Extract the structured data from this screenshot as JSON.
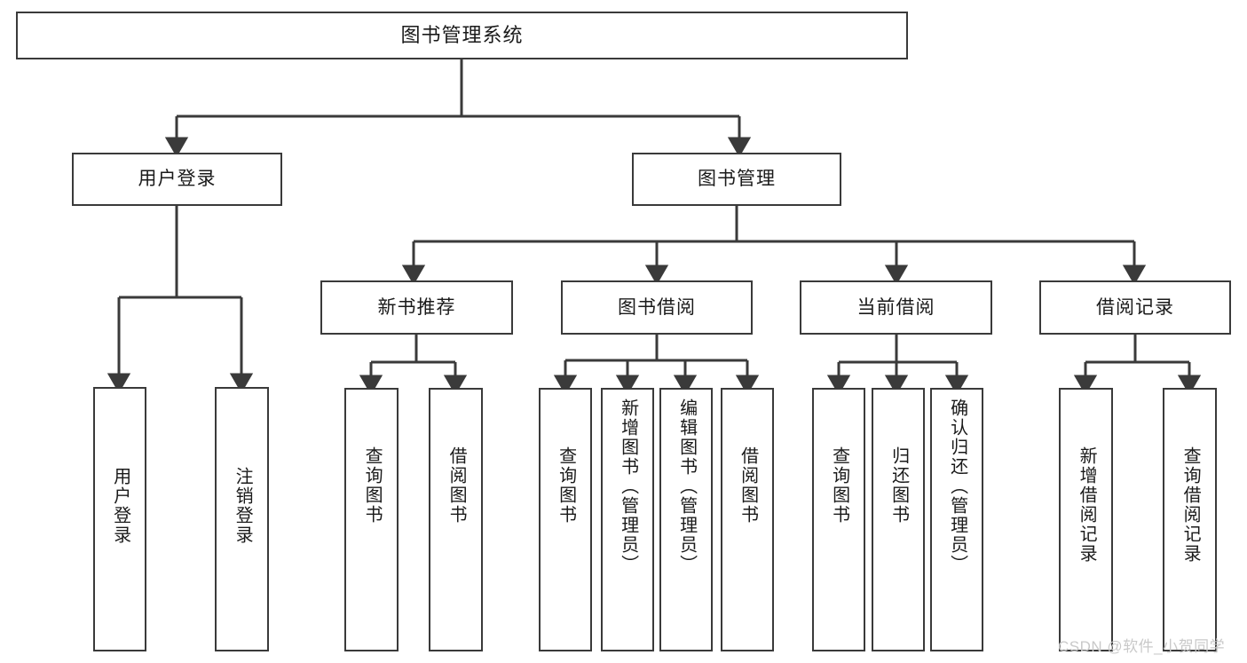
{
  "diagram": {
    "type": "tree-hierarchy",
    "title": "图书管理系统",
    "root": {
      "label": "图书管理系统"
    },
    "level2": [
      {
        "id": "user-login",
        "label": "用户登录"
      },
      {
        "id": "book-management",
        "label": "图书管理"
      }
    ],
    "level3": [
      {
        "id": "new-book-recommend",
        "label": "新书推荐",
        "parent": "book-management"
      },
      {
        "id": "book-borrow",
        "label": "图书借阅",
        "parent": "book-management"
      },
      {
        "id": "current-borrow",
        "label": "当前借阅",
        "parent": "book-management"
      },
      {
        "id": "borrow-record",
        "label": "借阅记录",
        "parent": "book-management"
      }
    ],
    "leaves": {
      "user-login": [
        {
          "id": "leaf-user-login",
          "label": "用户登录"
        },
        {
          "id": "leaf-user-logout",
          "label": "注销登录"
        }
      ],
      "new-book-recommend": [
        {
          "id": "leaf-query-book-1",
          "label": "查询图书"
        },
        {
          "id": "leaf-borrow-book-1",
          "label": "借阅图书"
        }
      ],
      "book-borrow": [
        {
          "id": "leaf-query-book-2",
          "label": "查询图书"
        },
        {
          "id": "leaf-add-book",
          "label": "新增图书（管理员）"
        },
        {
          "id": "leaf-edit-book",
          "label": "编辑图书（管理员）"
        },
        {
          "id": "leaf-borrow-book-2",
          "label": "借阅图书"
        }
      ],
      "current-borrow": [
        {
          "id": "leaf-query-book-3",
          "label": "查询图书"
        },
        {
          "id": "leaf-return-book",
          "label": "归还图书"
        },
        {
          "id": "leaf-confirm-return",
          "label": "确认归还（管理员）"
        }
      ],
      "borrow-record": [
        {
          "id": "leaf-add-record",
          "label": "新增借阅记录"
        },
        {
          "id": "leaf-query-record",
          "label": "查询借阅记录"
        }
      ]
    }
  },
  "watermark": {
    "text": "CSDN @软件_小贺同学"
  },
  "colors": {
    "stroke": "#3a3a3a",
    "text": "#1a1a1a",
    "background": "#ffffff",
    "watermark": "#c9c9c9"
  }
}
